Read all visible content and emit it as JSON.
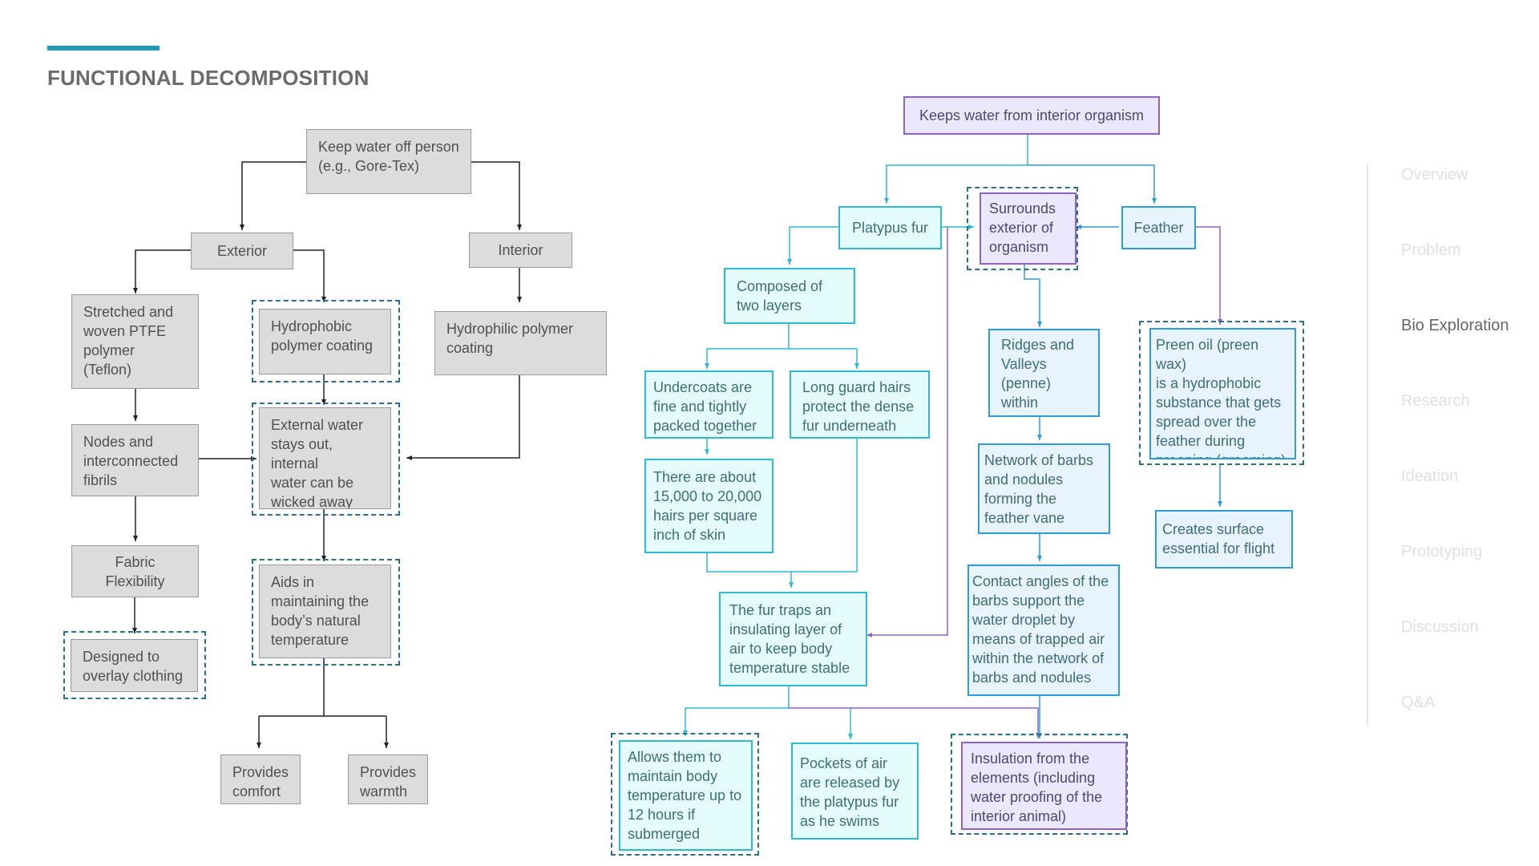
{
  "page": {
    "title": "FUNCTIONAL DECOMPOSITION"
  },
  "colors": {
    "accent": "#1f9bb5",
    "gray_node": "#dcdcdc",
    "cyan_node": "#e5fcfc",
    "blue_node": "#e7f3fd",
    "purple_node": "#ebe8fd",
    "dashed_frame": "#2a6f8a"
  },
  "left": {
    "root": "Keep water off person\n(e.g., Gore-Tex)",
    "exterior": "Exterior",
    "interior": "Interior",
    "ptfe": "Stretched and\nwoven PTFE\npolymer (Teflon)",
    "hydrophobic": "Hydrophobic\npolymer coating",
    "hydrophilic": "Hydrophilic  polymer\ncoating",
    "nodes": "Nodes and\ninterconnected\nfibrils",
    "external": "External water\nstays out, internal\nwater can be\nwicked away",
    "flexibility": "Fabric Flexibility",
    "aids": "Aids in\nmaintaining the\nbody’s natural\ntemperature",
    "overlay": "Designed to\noverlay clothing",
    "comfort": "Provides\ncomfort",
    "warmth": "Provides\nwarmth"
  },
  "right": {
    "root": "Keeps water from interior organism",
    "platypus": "Platypus fur",
    "surrounds": "Surrounds\nexterior of\norganism",
    "feather": "Feather",
    "two_layers": "Composed of\ntwo layers",
    "undercoats": "Undercoats are\nfine and tightly\npacked together",
    "guard_hairs": "Long guard hairs\nprotect the dense\nfur underneath",
    "hairs_count": "There are about\n15,000 to 20,000\nhairs per square\ninch of skin",
    "traps_air": "The fur traps an\ninsulating layer of\nair to keep body\ntemperature stable",
    "ridges": "Ridges and\nValleys\n(penne) within\nthe feather",
    "barbs_network": "Network of barbs\nand nodules\nforming the\nfeather vane",
    "contact_angles": "Contact angles of the\nbarbs support the\nwater droplet by\nmeans of trapped air\nwithin the network of\nbarbs and nodules",
    "preen_oil": "Preen oil (preen wax)\nis a hydrophobic\nsubstance that gets\nspread over the\nfeather during\npreening (grooming)",
    "surface_flight": "Creates surface\nessential for flight",
    "submerged": "Allows them to\nmaintain body\ntemperature up to\n12 hours if\nsubmerged",
    "pockets": "Pockets of air\nare released by\nthe platypus fur\nas he swims",
    "insulation": "Insulation from the\nelements (including\nwater proofing of the\ninterior animal)"
  },
  "nav": {
    "items": [
      {
        "label": "Overview",
        "active": false
      },
      {
        "label": "Problem",
        "active": false
      },
      {
        "label": "Bio Exploration",
        "active": true
      },
      {
        "label": "Research",
        "active": false
      },
      {
        "label": "Ideation",
        "active": false
      },
      {
        "label": "Prototyping",
        "active": false
      },
      {
        "label": "Discussion",
        "active": false
      },
      {
        "label": "Q&A",
        "active": false
      }
    ]
  }
}
